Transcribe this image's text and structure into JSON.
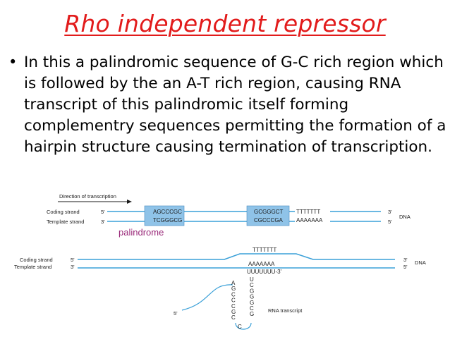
{
  "title": "Rho independent repressor",
  "bullet": "In this a palindromic sequence of G-C rich region which is followed by the an A-T rich region, causing RNA transcript of this palindromic itself forming complementry sequences permitting the formation of a hairpin structure causing termination of transcription.",
  "diagram_top": {
    "direction_label": "Direction of transcription",
    "coding_label": "Coding strand",
    "template_label": "Template strand",
    "five_prime": "5'",
    "three_prime": "3'",
    "box1_top": "AGCCCGC",
    "box1_bottom": "TCGGGCG",
    "box2_top": "GCGGGCT",
    "box2_bottom": "CGCCCGA",
    "t_run": "TTTTTTT",
    "a_run": "AAAAAAA",
    "dna_label": "DNA",
    "palindrome_label": "palindrome"
  },
  "diagram_bottom": {
    "coding_label": "Coding strand",
    "template_label": "Template strand",
    "five_prime": "5'",
    "three_prime": "3'",
    "t_run": "TTTTTTT",
    "a_run": "AAAAAAA",
    "u_run": "UUUUUUU-3'",
    "dna_label": "DNA",
    "rna_label": "RNA transcript",
    "left_stem": [
      "A",
      "G",
      "C",
      "C",
      "C",
      "G",
      "C"
    ],
    "right_stem": [
      "U",
      "C",
      "G",
      "G",
      "G",
      "C",
      "G"
    ],
    "loop": "C"
  },
  "colors": {
    "title": "#e21b1b",
    "strand": "#3aa0d8",
    "box": "#8fc3e8",
    "palindrome": "#9a2a7a"
  }
}
